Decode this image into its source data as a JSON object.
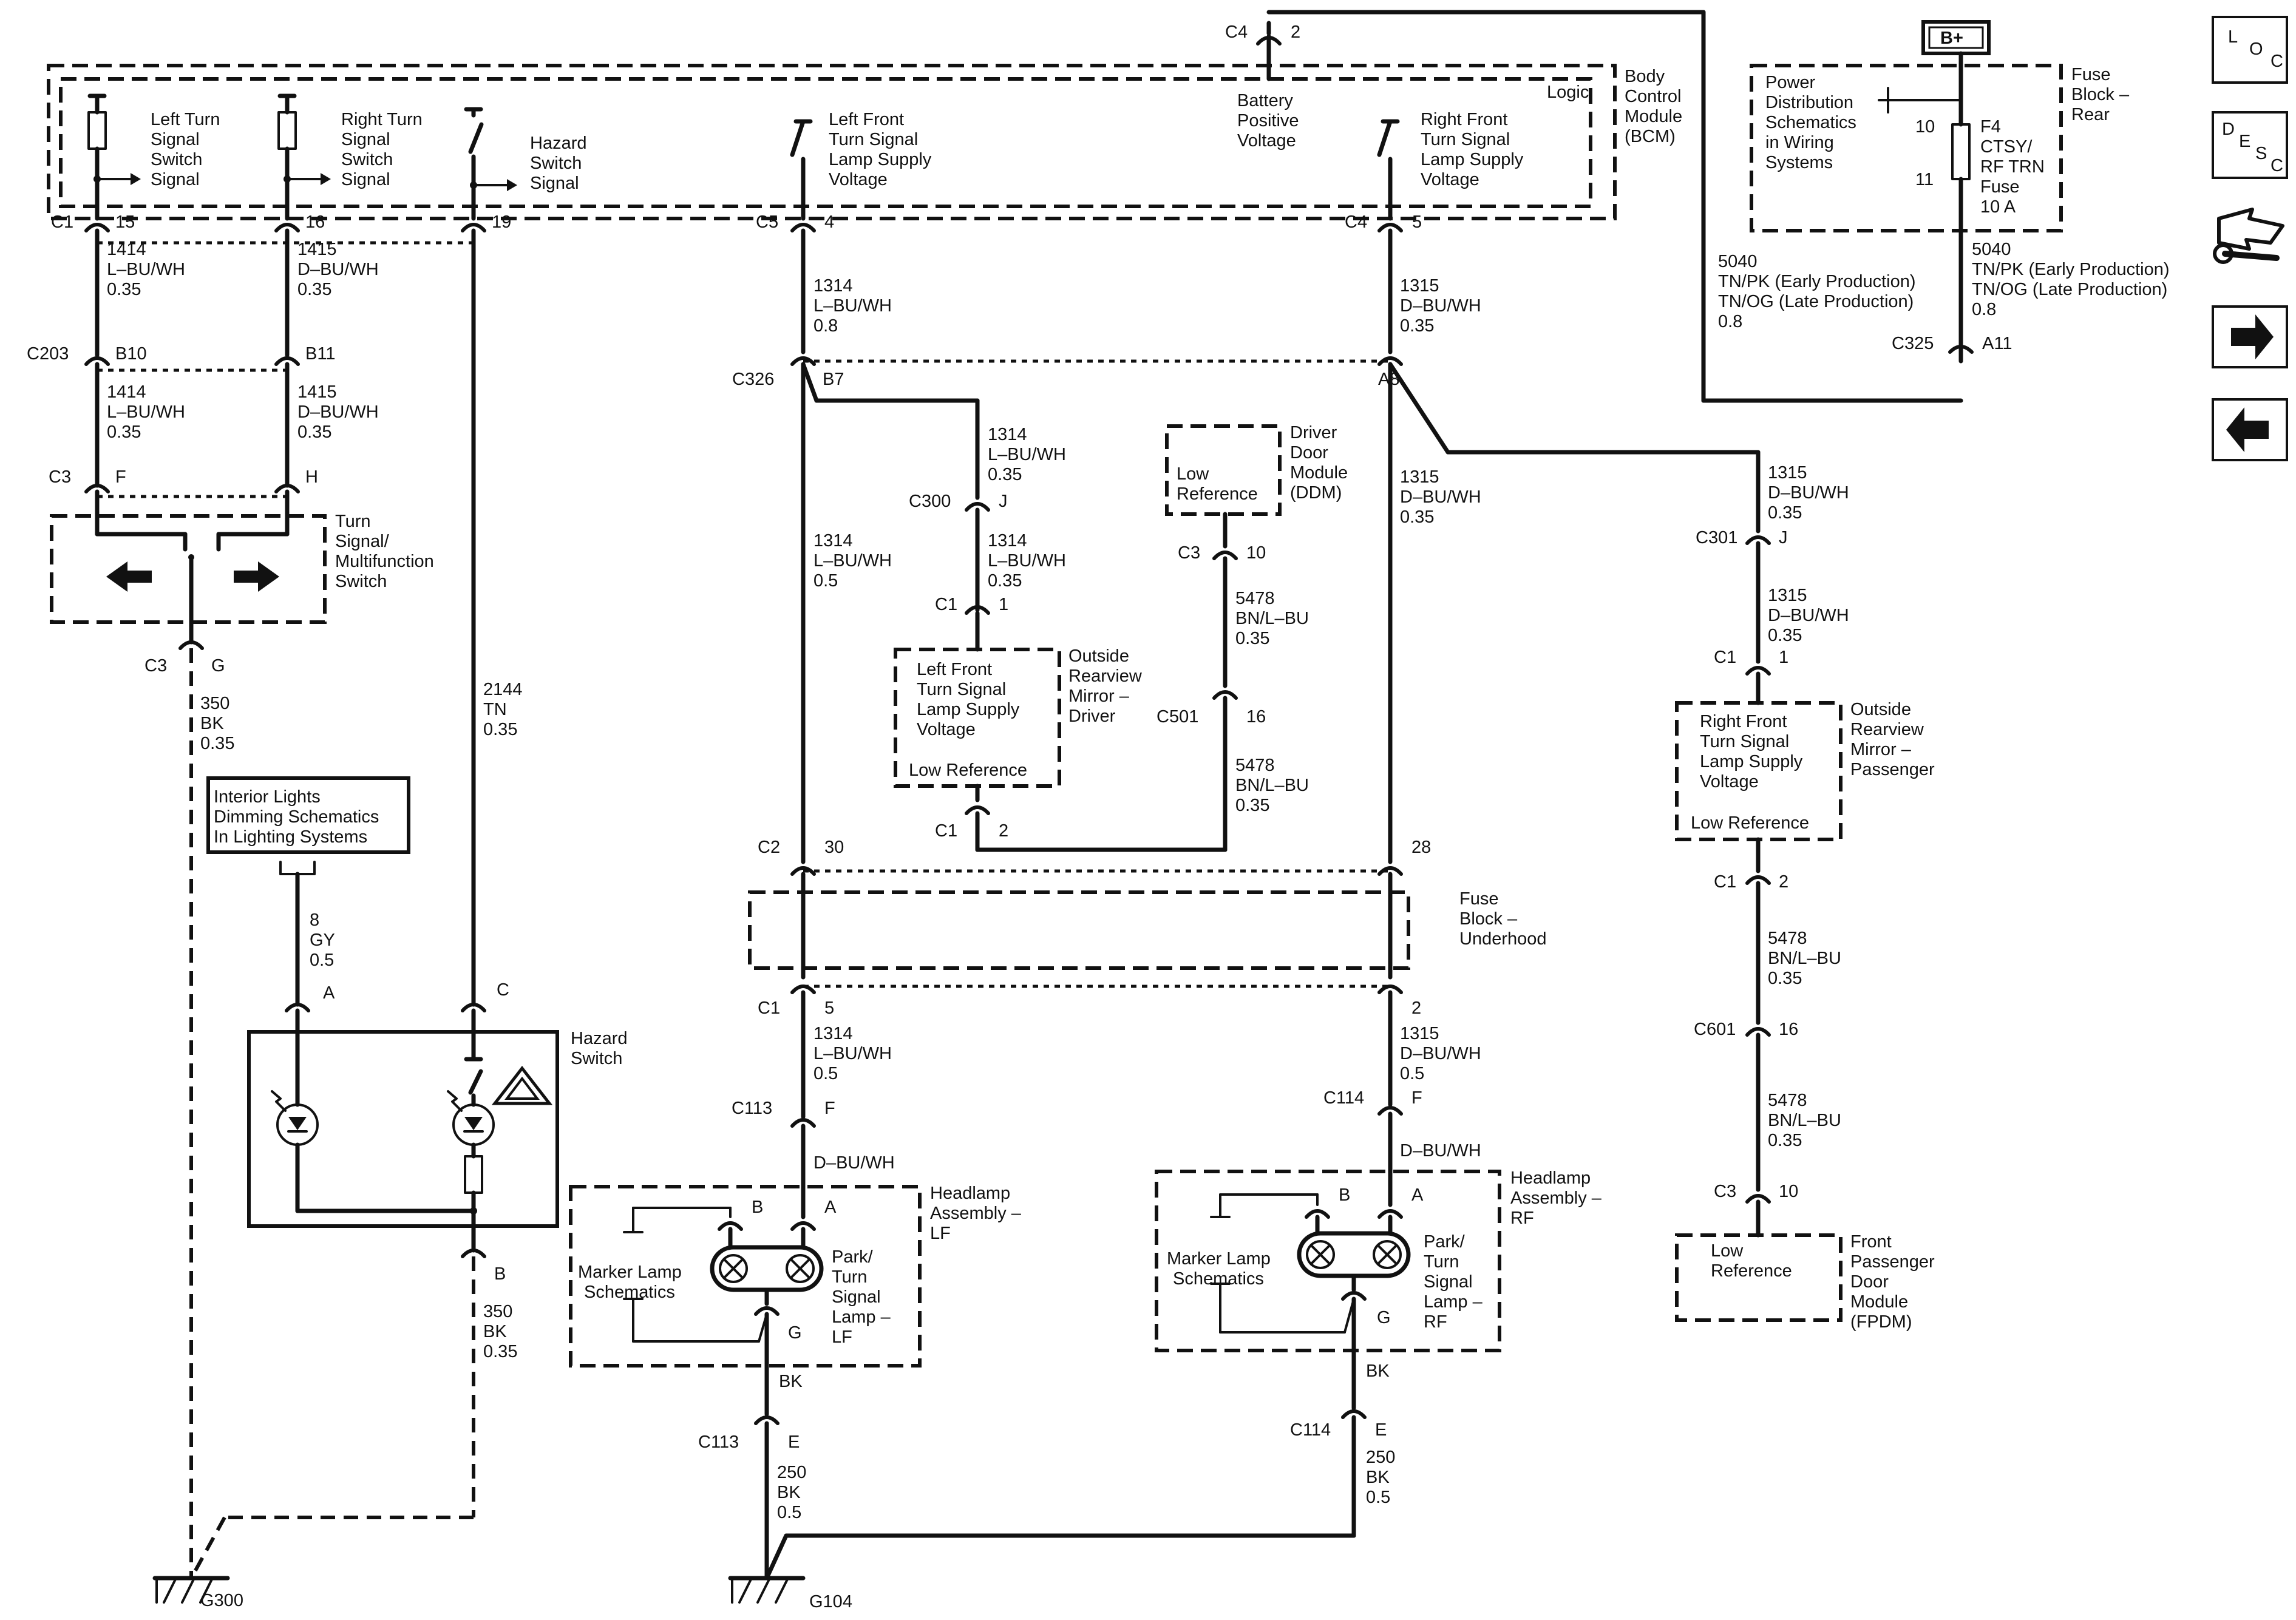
{
  "modules": {
    "bcm": {
      "name": "Body Control Module (BCM)",
      "logic": "Logic",
      "signals": [
        "Left Turn Signal Switch Signal",
        "Right Turn Signal Switch Signal",
        "Hazard Switch Signal",
        "Left Front Turn Signal Lamp Supply Voltage",
        "Battery Positive Voltage",
        "Right Front Turn Signal Lamp Supply Voltage"
      ]
    },
    "fuse_rear": {
      "name": "Fuse Block – Rear",
      "battery": "B+",
      "ref": "Power Distribution Schematics in Wiring Systems",
      "fuse": "F4 CTSY/ RF TRN Fuse 10 A",
      "pin_in": "10",
      "pin_out": "11"
    },
    "turn_switch": {
      "name": "Turn Signal/ Multifunction Switch"
    },
    "interior": {
      "ref": "Interior Lights Dimming Schematics In Lighting Systems"
    },
    "hazard_switch": {
      "name": "Hazard Switch"
    },
    "lf_mirror": {
      "name": "Outside Rearview Mirror – Driver",
      "supply": "Left Front Turn Signal Lamp Supply Voltage",
      "low_ref": "Low Reference"
    },
    "rf_mirror": {
      "name": "Outside Rearview Mirror – Passenger",
      "supply": "Right Front Turn Signal Lamp Supply Voltage",
      "low_ref": "Low Reference"
    },
    "ddm": {
      "name": "Driver Door Module (DDM)",
      "low_ref": "Low Reference"
    },
    "fpdm": {
      "name": "Front Passenger Door Module (FPDM)",
      "low_ref": "Low Reference"
    },
    "fuse_underhood": {
      "name": "Fuse Block – Underhood"
    },
    "lf_headlamp": {
      "name": "Headlamp Assembly – LF",
      "marker": "Marker Lamp Schematics",
      "lamp": "Park/ Turn Signal Lamp – LF"
    },
    "rf_headlamp": {
      "name": "Headlamp Assembly – RF",
      "marker": "Marker Lamp Schematics",
      "lamp": "Park/ Turn Signal Lamp – RF"
    }
  },
  "connectors": {
    "c4_top": {
      "name": "C4",
      "pin": "2"
    },
    "c1_bcm": {
      "name": "C1",
      "pins": [
        "15",
        "16",
        "19"
      ]
    },
    "c5": {
      "name": "C5",
      "pin": "4"
    },
    "c4_bcm": {
      "name": "C4",
      "pin": "5"
    },
    "c203": {
      "name": "C203",
      "pins": [
        "B10",
        "B11"
      ]
    },
    "c3_sw": {
      "name": "C3",
      "pins": [
        "F",
        "H",
        "G"
      ]
    },
    "c326": {
      "name": "C326",
      "pins": [
        "B7",
        "A8"
      ]
    },
    "c300": {
      "name": "C300",
      "pin": "J"
    },
    "c1_lfm": {
      "name": "C1",
      "pins": [
        "1",
        "2"
      ]
    },
    "c3_ddm": {
      "name": "C3",
      "pin": "10"
    },
    "c501": {
      "name": "C501",
      "pin": "16"
    },
    "c2_fbu": {
      "name": "C2",
      "pins": [
        "30",
        "28"
      ]
    },
    "c1_fbu": {
      "name": "C1",
      "pins": [
        "5",
        "2"
      ]
    },
    "c113": {
      "name": "C113",
      "pins": [
        "F",
        "E"
      ]
    },
    "c114": {
      "name": "C114",
      "pins": [
        "F",
        "E"
      ]
    },
    "c325": {
      "name": "C325",
      "pin": "A11"
    },
    "c301": {
      "name": "C301",
      "pin": "J"
    },
    "c1_rfm": {
      "name": "C1",
      "pins": [
        "1",
        "2"
      ]
    },
    "c601": {
      "name": "C601",
      "pin": "16"
    },
    "c3_fpdm": {
      "name": "C3",
      "pin": "10"
    },
    "hazard_pins": [
      "A",
      "C",
      "B"
    ],
    "lamp_pins": [
      "B",
      "A",
      "G"
    ]
  },
  "wires": {
    "w1414": [
      "1414",
      "L–BU/WH",
      "0.35"
    ],
    "w1415": [
      "1415",
      "D–BU/WH",
      "0.35"
    ],
    "w1314a": [
      "1314",
      "L–BU/WH",
      "0.8"
    ],
    "w1314b": [
      "1314",
      "L–BU/WH",
      "0.5"
    ],
    "w1314c": [
      "1314",
      "L–BU/WH",
      "0.35"
    ],
    "w1315a": [
      "1315",
      "D–BU/WH",
      "0.35"
    ],
    "w1315b": [
      "1315",
      "D–BU/WH",
      "0.5"
    ],
    "w1314d": [
      "1314",
      "L–BU/WH",
      "0.5"
    ],
    "w_dbu": [
      "D–BU/WH"
    ],
    "w_bk": [
      "BK"
    ],
    "w250": [
      "250",
      "BK",
      "0.5"
    ],
    "w5478": [
      "5478",
      "BN/L–BU",
      "0.35"
    ],
    "w5040_l": [
      "5040",
      "TN/PK (Early Production)",
      "TN/OG (Late Production)",
      "0.8"
    ],
    "w350": [
      "350",
      "BK",
      "0.35"
    ],
    "w2144": [
      "2144",
      "TN",
      "0.35"
    ],
    "w8": [
      "8",
      "GY",
      "0.5"
    ]
  },
  "grounds": [
    "G300",
    "G104"
  ],
  "nav": {
    "loc": "LOC",
    "desc": "DESC"
  },
  "icons": [
    "wrench-icon",
    "arrow-right-icon",
    "arrow-left-icon"
  ]
}
